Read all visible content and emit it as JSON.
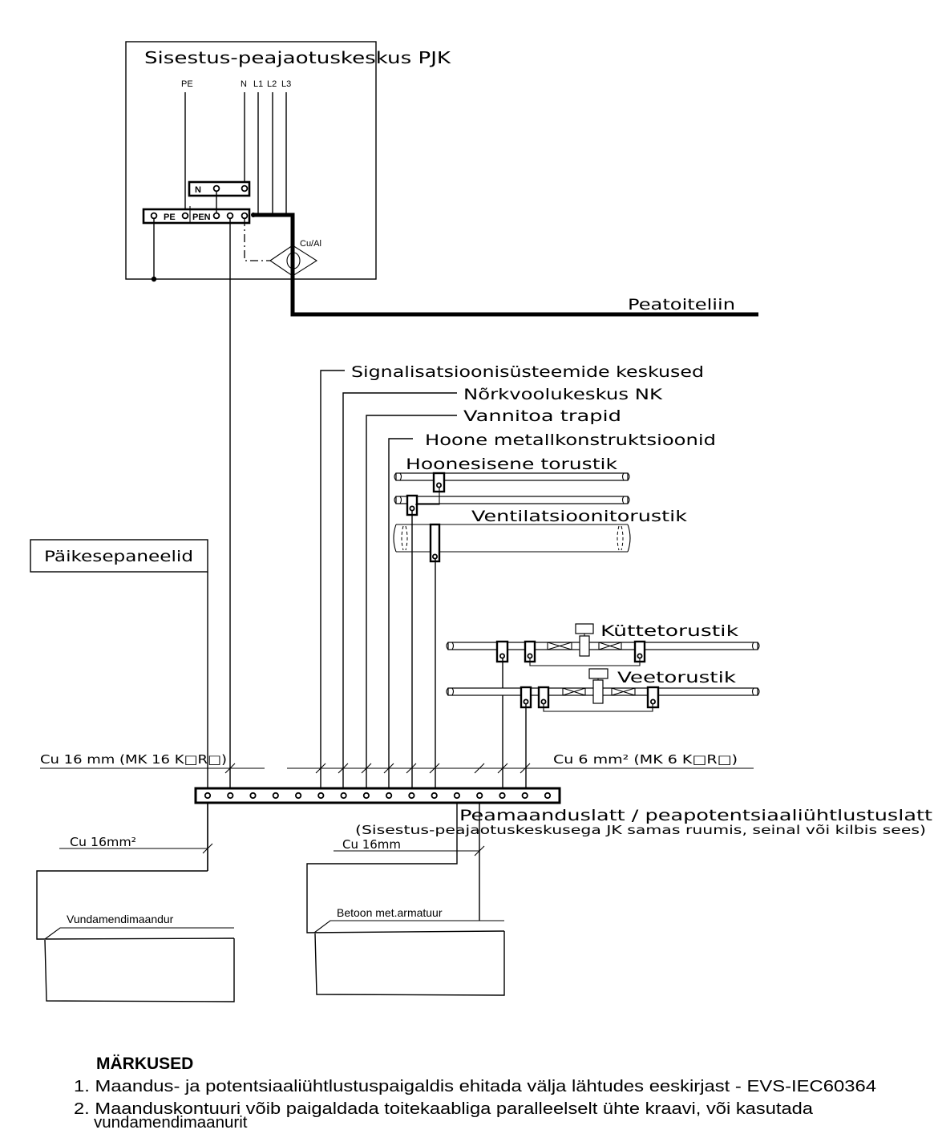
{
  "distribution_board": {
    "title": "Sisestus-peajaotuskeskus PJK",
    "conductor_labels": {
      "pe": "PE",
      "n": "N",
      "l1": "L1",
      "l2": "L2",
      "l3": "L3"
    },
    "n_bar_label": "N",
    "pe_bar_label": "PE",
    "pen_bar_label": "PEN",
    "transition_label": "Cu/Al"
  },
  "main_supply_label": "Peatoiteliin",
  "bonded_systems": [
    "Signalisatsioonisüsteemide keskused",
    "Nõrkvoolukeskus NK",
    "Vannitoa trapid",
    "Hoone metallkonstruktsioonid"
  ],
  "piping": {
    "internal": "Hoonesisene torustik",
    "ventilation": "Ventilatsioonitorustik",
    "heating": "Küttetorustik",
    "water": "Veetorustik"
  },
  "solar_panels_label": "Päikesepaneelid",
  "conductors": {
    "left": "Cu 16 mm  (MK 16 K□R□)",
    "right": "Cu 6 mm²  (MK 6 K□R□)",
    "foundation": "Cu 16mm²",
    "concrete": "Cu 16mm"
  },
  "busbar": {
    "label": "Peamaanduslatt / peapotentsiaaliühtlustuslatt",
    "sublabel": "(Sisestus-peajaotuskeskusega JK samas ruumis, seinal või kilbis sees)",
    "terminal_count": 16
  },
  "earth_electrodes": {
    "foundation": "Vundamendimaandur",
    "concrete": "Betoon met.armatuur"
  },
  "notes": {
    "heading": "MÄRKUSED",
    "items": [
      {
        "lines": [
          "1. Maandus- ja potentsiaaliühtlustuspaigaldis ehitada välja lähtudes eeskirjast - EVS-IEC60364"
        ]
      },
      {
        "lines": [
          "2. Maanduskontuuri võib paigaldada toitekaabliga paralleelselt ühte kraavi, või kasutada",
          "vundamendimaanurit"
        ]
      }
    ]
  }
}
